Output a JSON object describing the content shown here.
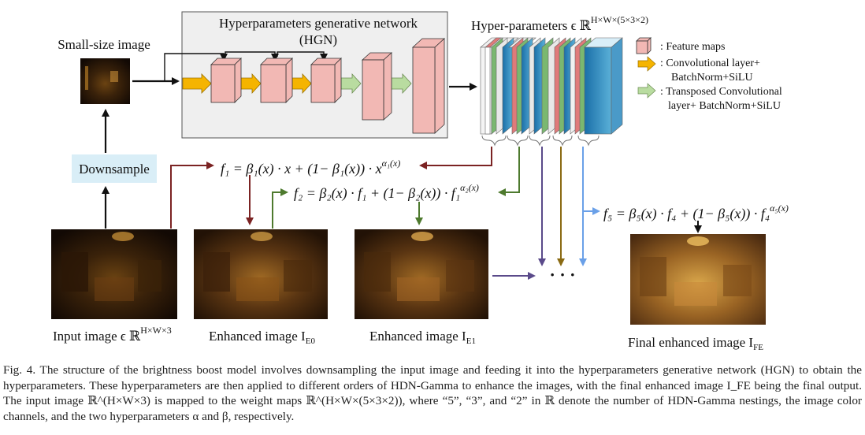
{
  "labels": {
    "small_image": "Small-size image",
    "hgn_title_line1": "Hyperparameters generative network",
    "hgn_title_line2": "(HGN)",
    "hyper_params": "Hyper-parameters ϵ ℝ",
    "hyper_params_sup": "H×W×(5×3×2)",
    "downsample": "Downsample",
    "input_image": "Input image ϵ ℝ",
    "input_image_sup": "H×W×3",
    "enhanced_e0": "Enhanced image I",
    "enhanced_e0_sub": "E0",
    "enhanced_e1": "Enhanced image I",
    "enhanced_e1_sub": "E1",
    "final_image": "Final enhanced image I",
    "final_image_sub": "FE",
    "dots": "·   ·   ·"
  },
  "legend": {
    "feature_maps": ": Feature maps",
    "conv_line1": ": Convolutional layer+",
    "conv_line2": "BatchNorm+SiLU",
    "tconv_line1": ": Transposed Convolutional",
    "tconv_line2": "layer+ BatchNorm+SiLU"
  },
  "formulas": {
    "f1": "f₁ = β₁(x) · x + (1− β₁(x)) · x",
    "f1_sup": "α₁(x)",
    "f2": "f₂ = β₂(x) · f₁ + (1− β₂(x)) · f₁",
    "f2_sup": "α₂(x)",
    "f5": "f₅ = β₅(x) · f₄ + (1− β₅(x)) · f₄",
    "f5_sup": "α₅(x)"
  },
  "caption": "Fig. 4.    The structure of the brightness boost model involves downsampling the input image and feeding it into the hyperparameters generative network (HGN) to obtain the hyperparameters. These hyperparameters are then applied to different orders of HDN-Gamma to enhance the images, with the final enhanced image I_FE being the final output. The input image ℝ^(H×W×3) is mapped to the weight maps ℝ^(H×W×(5×3×2)), where “5”, “3”, and “2” in ℝ denote the number of HDN-Gamma nestings, the image color channels, and the two hyperparameters α and β, respectively.",
  "colors": {
    "feature_map": "#f2b8b4",
    "conv_arrow": "#f5b400",
    "tconv_arrow": "#b9dca0",
    "hgn_box": "#efefef",
    "downsample_box": "#d9eef7",
    "arrow_f1": "#7b2323",
    "arrow_f2": "#4e7a2e",
    "arrow_purple": "#5a4a8a",
    "arrow_olive": "#8a6a12",
    "arrow_blue": "#6aa0e8"
  }
}
